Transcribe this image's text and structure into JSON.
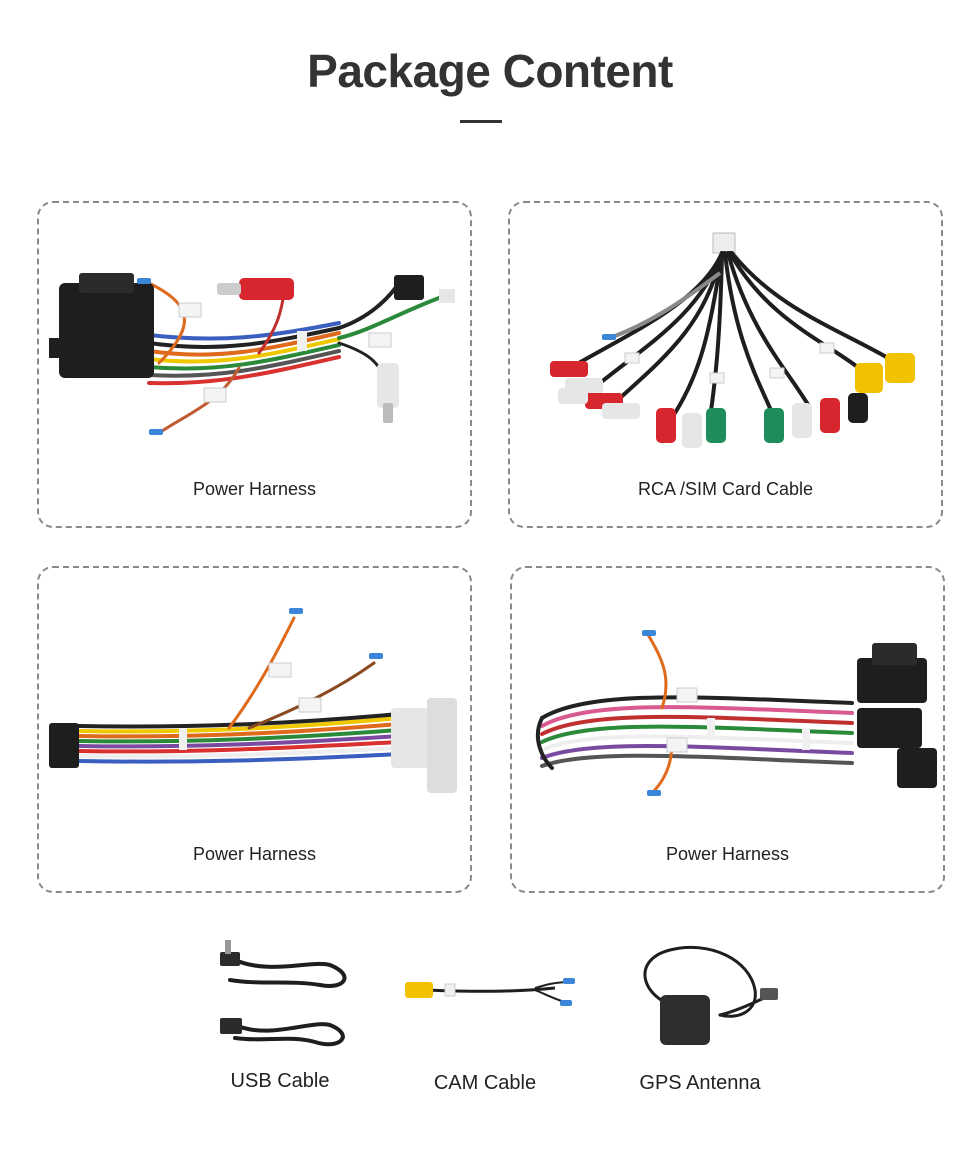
{
  "header": {
    "title": "Package Content"
  },
  "cards": [
    {
      "label": "Power Harness"
    },
    {
      "label": "RCA /SIM Card Cable"
    },
    {
      "label": "Power Harness"
    },
    {
      "label": "Power Harness"
    }
  ],
  "accessories": [
    {
      "label": "USB Cable"
    },
    {
      "label": "CAM Cable"
    },
    {
      "label": "GPS Antenna"
    }
  ],
  "colors": {
    "text": "#333333",
    "border": "#8a8a8a",
    "connector_black": "#1e1e1e",
    "connector_white": "#e6e6e6",
    "rca_red": "#d8262e",
    "rca_yellow": "#f2c200",
    "rca_green": "#1f8c5c"
  }
}
